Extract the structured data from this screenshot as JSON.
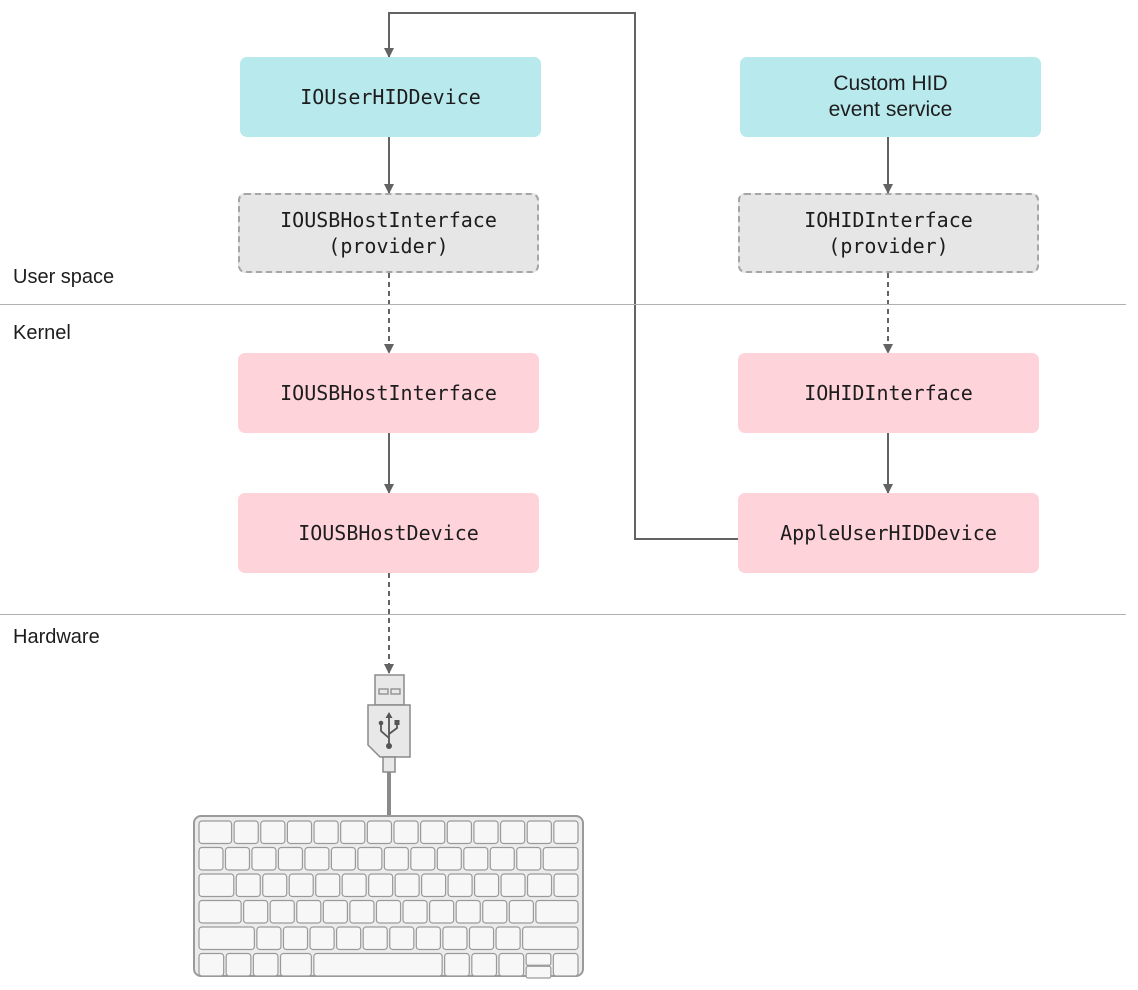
{
  "layers": {
    "user_space": "User space",
    "kernel": "Kernel",
    "hardware": "Hardware"
  },
  "nodes": {
    "iouserhiddevice": {
      "line1": "IOUserHIDDevice"
    },
    "custom_hid": {
      "line1": "Custom HID",
      "line2": "event service"
    },
    "iousbhostinterface_provider": {
      "line1": "IOUSBHostInterface",
      "line2": "(provider)"
    },
    "iohidinterface_provider": {
      "line1": "IOHIDInterface",
      "line2": "(provider)"
    },
    "iousbhostinterface": {
      "line1": "IOUSBHostInterface"
    },
    "iohidinterface": {
      "line1": "IOHIDInterface"
    },
    "iousbhostdevice": {
      "line1": "IOUSBHostDevice"
    },
    "appleuserhiddevice": {
      "line1": "AppleUserHIDDevice"
    }
  },
  "icons": {
    "usb_plug": "usb-plug-icon",
    "keyboard": "keyboard-icon"
  },
  "colors": {
    "user": "#b8e9ec",
    "provider": "#e6e6e6",
    "kernel": "#ffd3da",
    "wire": "#636363"
  }
}
